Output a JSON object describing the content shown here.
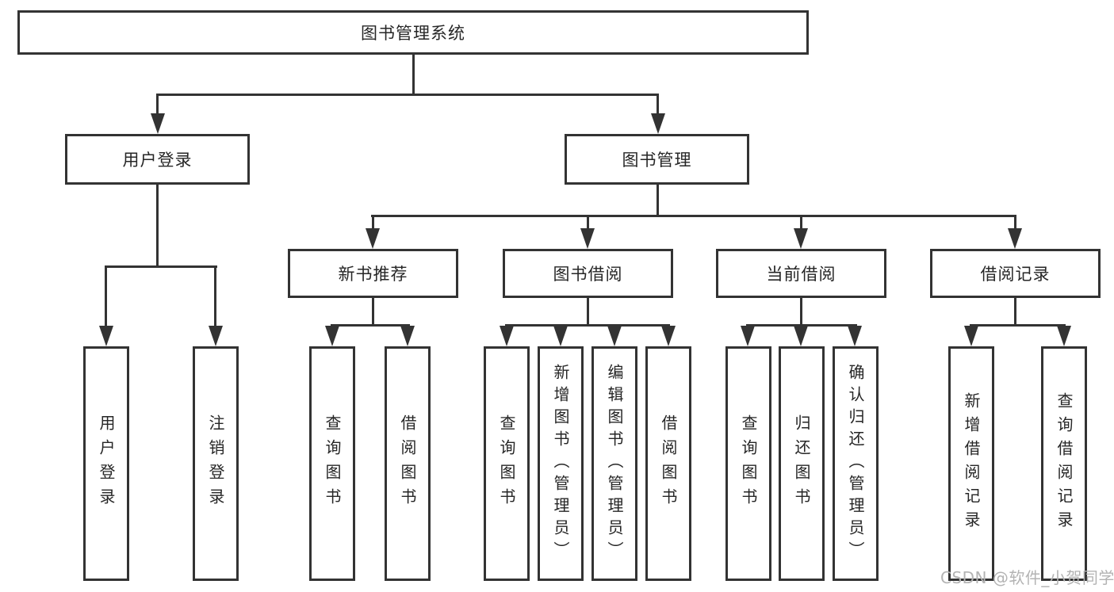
{
  "diagram": {
    "type": "hierarchy",
    "root": {
      "label": "图书管理系统"
    },
    "level2": [
      {
        "label": "用户登录",
        "parent": "图书管理系统"
      },
      {
        "label": "图书管理",
        "parent": "图书管理系统"
      }
    ],
    "level3": [
      {
        "label": "新书推荐",
        "parent": "图书管理"
      },
      {
        "label": "图书借阅",
        "parent": "图书管理"
      },
      {
        "label": "当前借阅",
        "parent": "图书管理"
      },
      {
        "label": "借阅记录",
        "parent": "图书管理"
      }
    ],
    "leaves": [
      {
        "label": "用户登录",
        "parent": "用户登录"
      },
      {
        "label": "注销登录",
        "parent": "用户登录"
      },
      {
        "label": "查询图书",
        "parent": "新书推荐"
      },
      {
        "label": "借阅图书",
        "parent": "新书推荐"
      },
      {
        "label": "查询图书",
        "parent": "图书借阅"
      },
      {
        "label": "新增图书（管理员）",
        "parent": "图书借阅"
      },
      {
        "label": "编辑图书（管理员）",
        "parent": "图书借阅"
      },
      {
        "label": "借阅图书",
        "parent": "图书借阅"
      },
      {
        "label": "查询图书",
        "parent": "当前借阅"
      },
      {
        "label": "归还图书",
        "parent": "当前借阅"
      },
      {
        "label": "确认归还（管理员）",
        "parent": "当前借阅"
      },
      {
        "label": "新增借阅记录",
        "parent": "借阅记录"
      },
      {
        "label": "查询借阅记录",
        "parent": "借阅记录"
      }
    ]
  },
  "watermark": {
    "text": "CSDN @软件_小贺同学",
    "color": "#b3b3b3"
  },
  "colors": {
    "line": "#333333",
    "border": "#333333",
    "text": "#262626",
    "background": "#ffffff"
  }
}
